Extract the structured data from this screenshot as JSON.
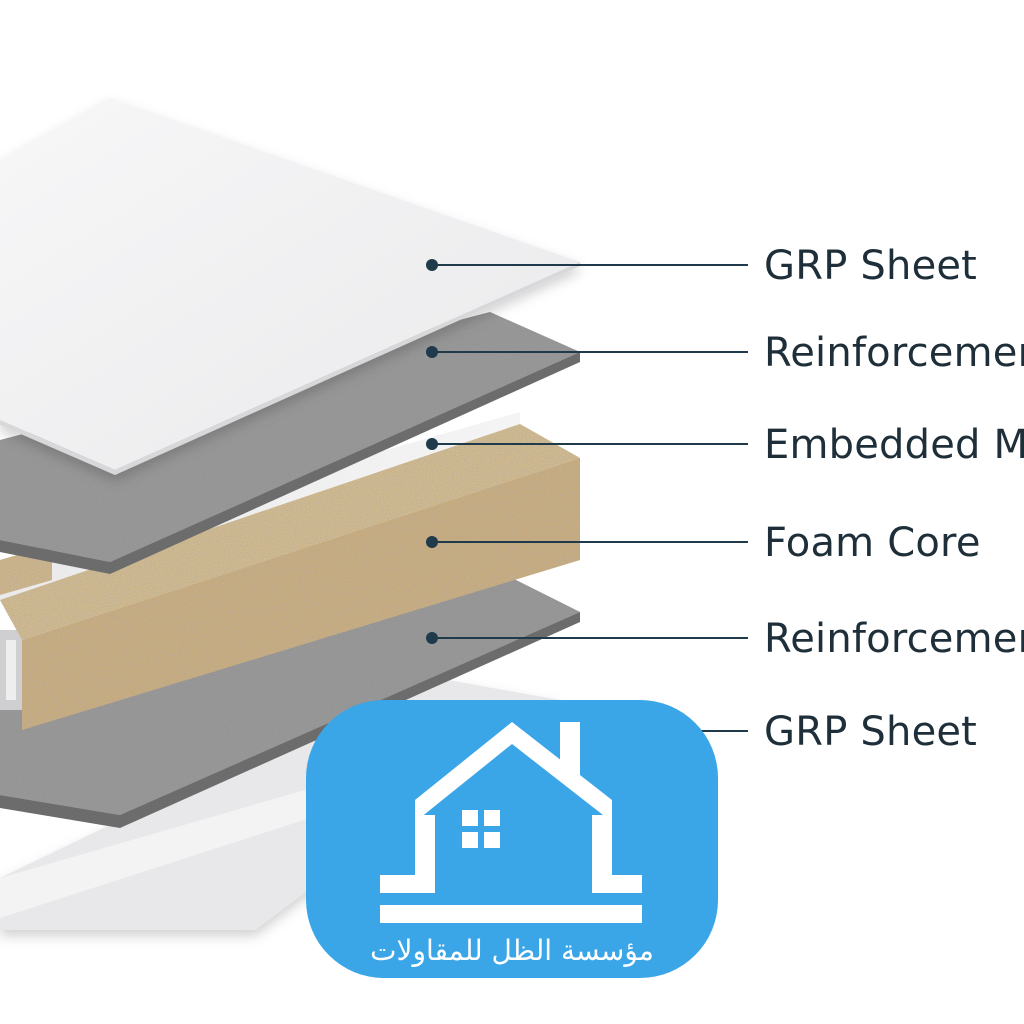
{
  "labels": [
    "GRP Sheet",
    "Reinforcement",
    "Embedded M",
    "Foam Core",
    "Reinforcement",
    "GRP Sheet"
  ],
  "logo": {
    "text": "مؤسسة الظل للمقاولات",
    "color": "#3aa6e8",
    "icon": "house-icon"
  },
  "colors": {
    "sheet": "#f1f1f2",
    "reinforcement": "#8f8f8f",
    "foam": "#e2bd6e",
    "leader": "#1f3a4a"
  }
}
